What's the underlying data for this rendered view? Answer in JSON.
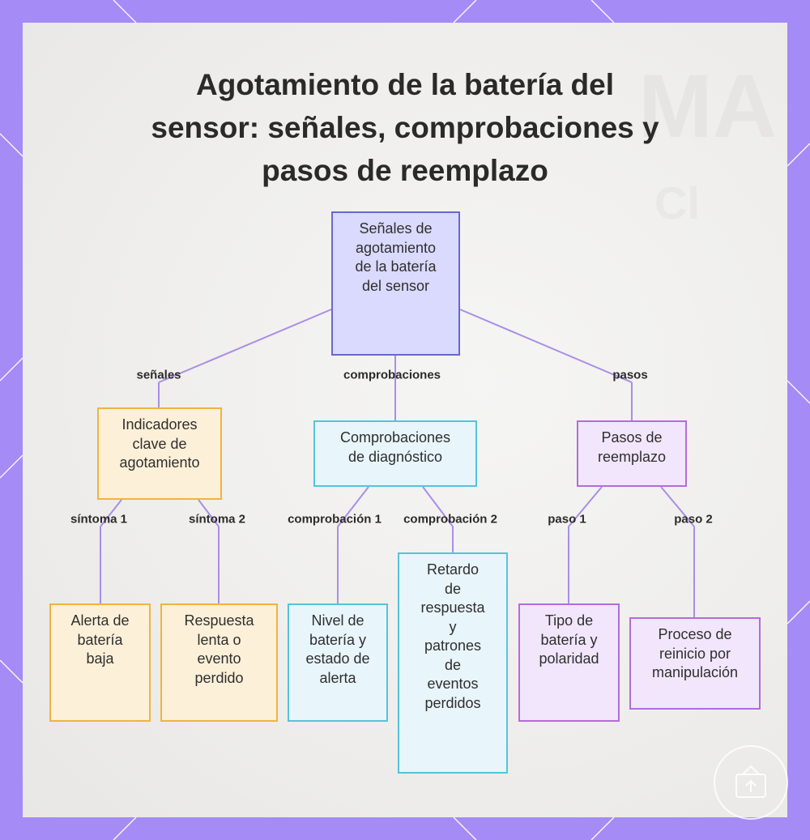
{
  "title": "Agotamiento de la batería del\nsensor: señales, comprobaciones y\npasos de reemplazo",
  "root": "Señales de\nagotamiento\nde la batería\ndel sensor",
  "branches": {
    "signals": {
      "edge_label": "señales",
      "node": "Indicadores\nclave de\nagotamiento",
      "leaves": [
        {
          "edge_label": "síntoma 1",
          "node": "Alerta de\nbatería\nbaja"
        },
        {
          "edge_label": "síntoma 2",
          "node": "Respuesta\nlenta o\nevento\nperdido"
        }
      ]
    },
    "checks": {
      "edge_label": "comprobaciones",
      "node": "Comprobaciones\nde diagnóstico",
      "leaves": [
        {
          "edge_label": "comprobación 1",
          "node": "Nivel de\nbatería y\nestado de\nalerta"
        },
        {
          "edge_label": "comprobación 2",
          "node": "Retardo\nde\nrespuesta\ny\npatrones\nde\neventos\nperdidos"
        }
      ]
    },
    "steps": {
      "edge_label": "pasos",
      "node": "Pasos de\nreemplazo",
      "leaves": [
        {
          "edge_label": "paso 1",
          "node": "Tipo de\nbatería y\npolaridad"
        },
        {
          "edge_label": "paso 2",
          "node": "Proceso de\nreinicio por\nmanipulación"
        }
      ]
    }
  },
  "colors": {
    "frame": "#a48bf5",
    "edge": "#a98ee6",
    "root_fill": "#d9dafd",
    "root_border": "#6868d0",
    "orange_fill": "#fdf0d8",
    "orange_border": "#efb43f",
    "blue_fill": "#e8f5fb",
    "blue_border": "#55c3dd",
    "purple_fill": "#f1e6fb",
    "purple_border": "#b46cd9"
  }
}
